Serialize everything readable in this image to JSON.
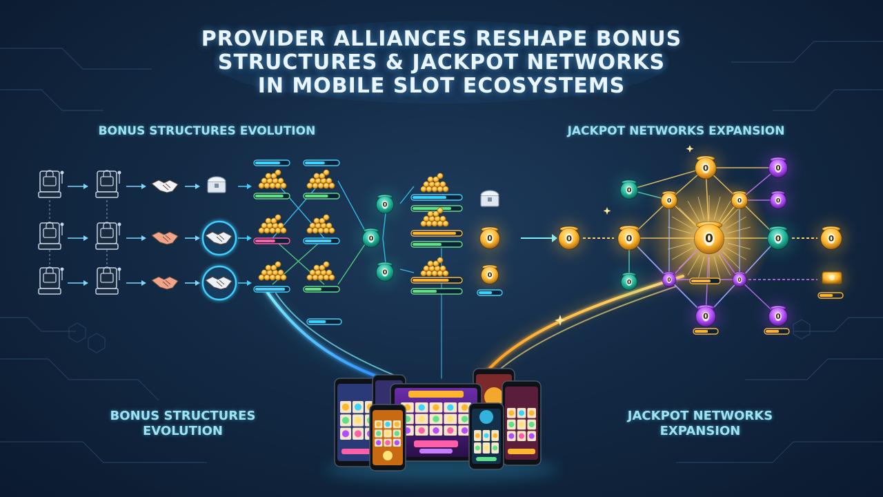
{
  "title": {
    "line1": "PROVIDER ALLIANCES RESHAPE BONUS",
    "line2": "STRUCTURES & JACKPOT NETWORKS",
    "line3": "IN MOBILE SLOT ECOSYSTEMS"
  },
  "labels": {
    "bonus_top": "BONUS STRUCTURES EVOLUTION",
    "jackpot_top": "JACKPOT NETWORKS EXPANSION",
    "bonus_bottom": "BONUS STRUCTURES EVOLUTION",
    "jackpot_bottom": "JACKPOT NETWORKS EXPANSION"
  },
  "pot_symbol": "0",
  "colors": {
    "cyan": "#39d4ff",
    "gold": "#ffb62e",
    "purple": "#b44cff",
    "teal": "#1fb59a",
    "green": "#5fe08a",
    "pink": "#ff5fa8"
  }
}
